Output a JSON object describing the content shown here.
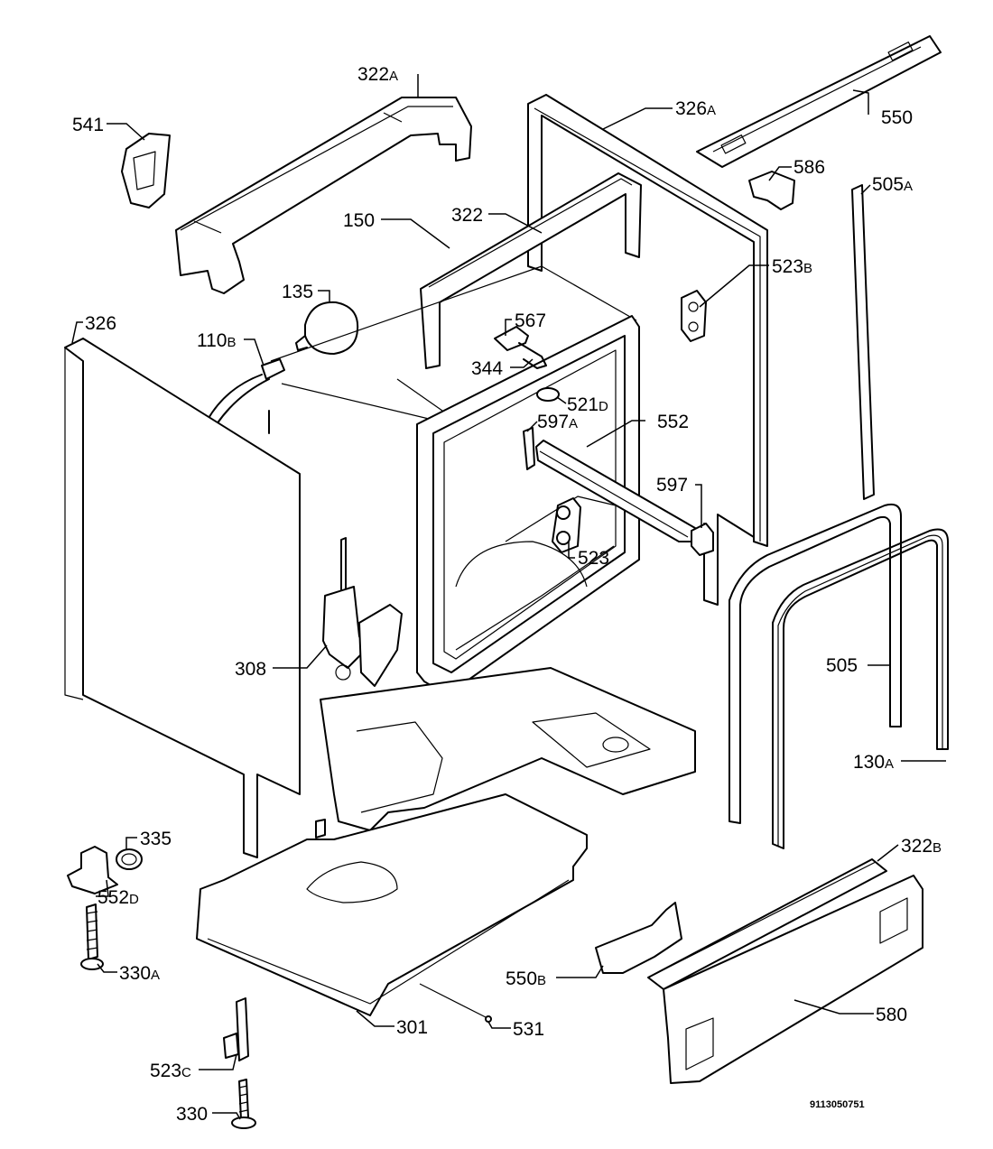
{
  "drawing_number": "9113050751",
  "callouts": [
    {
      "id": "322a",
      "main": "322",
      "suffix": "A"
    },
    {
      "id": "541",
      "main": "541",
      "suffix": ""
    },
    {
      "id": "326a",
      "main": "326",
      "suffix": "A"
    },
    {
      "id": "550",
      "main": "550",
      "suffix": ""
    },
    {
      "id": "586",
      "main": "586",
      "suffix": ""
    },
    {
      "id": "505a",
      "main": "505",
      "suffix": "A"
    },
    {
      "id": "150",
      "main": "150",
      "suffix": ""
    },
    {
      "id": "322",
      "main": "322",
      "suffix": ""
    },
    {
      "id": "523b",
      "main": "523",
      "suffix": "B"
    },
    {
      "id": "135",
      "main": "135",
      "suffix": ""
    },
    {
      "id": "567",
      "main": "567",
      "suffix": ""
    },
    {
      "id": "326",
      "main": "326",
      "suffix": ""
    },
    {
      "id": "110b",
      "main": "110",
      "suffix": "B"
    },
    {
      "id": "344",
      "main": "344",
      "suffix": ""
    },
    {
      "id": "521d",
      "main": "521",
      "suffix": "D"
    },
    {
      "id": "597a",
      "main": "597",
      "suffix": "A"
    },
    {
      "id": "552",
      "main": "552",
      "suffix": ""
    },
    {
      "id": "597",
      "main": "597",
      "suffix": ""
    },
    {
      "id": "523",
      "main": "523",
      "suffix": ""
    },
    {
      "id": "505",
      "main": "505",
      "suffix": ""
    },
    {
      "id": "308",
      "main": "308",
      "suffix": ""
    },
    {
      "id": "130a",
      "main": "130",
      "suffix": "A"
    },
    {
      "id": "335",
      "main": "335",
      "suffix": ""
    },
    {
      "id": "322b",
      "main": "322",
      "suffix": "B"
    },
    {
      "id": "552d",
      "main": "552",
      "suffix": "D"
    },
    {
      "id": "330a",
      "main": "330",
      "suffix": "A"
    },
    {
      "id": "550b",
      "main": "550",
      "suffix": "B"
    },
    {
      "id": "580",
      "main": "580",
      "suffix": ""
    },
    {
      "id": "301",
      "main": "301",
      "suffix": ""
    },
    {
      "id": "531",
      "main": "531",
      "suffix": ""
    },
    {
      "id": "523c",
      "main": "523",
      "suffix": "C"
    },
    {
      "id": "330",
      "main": "330",
      "suffix": ""
    }
  ]
}
